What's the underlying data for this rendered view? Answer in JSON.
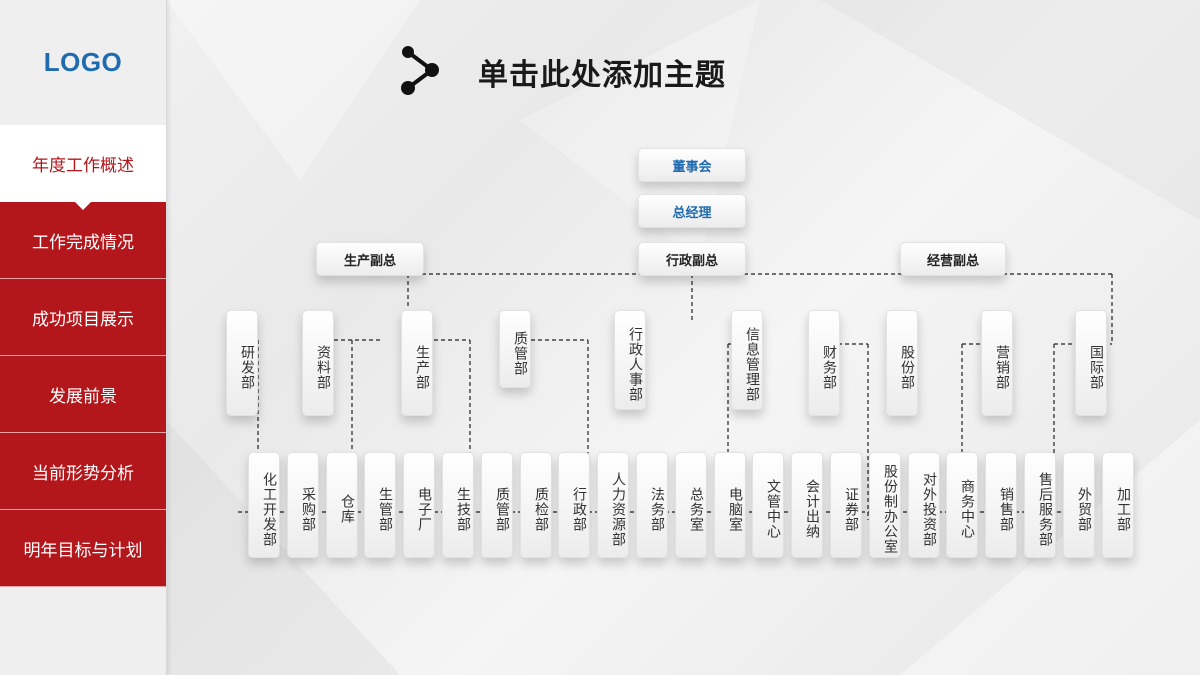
{
  "logo": "LOGO",
  "nav": [
    {
      "label": "年度工作概述",
      "active": true
    },
    {
      "label": "工作完成情况",
      "active": false
    },
    {
      "label": "成功项目展示",
      "active": false
    },
    {
      "label": "发展前景",
      "active": false
    },
    {
      "label": "当前形势分析",
      "active": false
    },
    {
      "label": "明年目标与计划",
      "active": false
    }
  ],
  "title": "单击此处添加主题",
  "org": {
    "board": "董事会",
    "gm": "总经理",
    "vps": [
      "生产副总",
      "行政副总",
      "经营副总"
    ],
    "departments": [
      "研发部",
      "资料部",
      "生产部",
      "质管部",
      "行政人事部",
      "信息管理部",
      "财务部",
      "股份部",
      "营销部",
      "国际部"
    ],
    "units": [
      "化工开发部",
      "采购部",
      "仓库",
      "生管部",
      "电子厂",
      "生技部",
      "质管部",
      "质检部",
      "行政部",
      "人力资源部",
      "法务部",
      "总务室",
      "电脑室",
      "文管中心",
      "会计出纳",
      "证券部",
      "股份制办公室",
      "对外投资部",
      "商务中心",
      "销售部",
      "售后服务部",
      "外贸部",
      "加工部"
    ]
  },
  "colors": {
    "accent": "#b3171c",
    "logo": "#1f6bb0"
  }
}
